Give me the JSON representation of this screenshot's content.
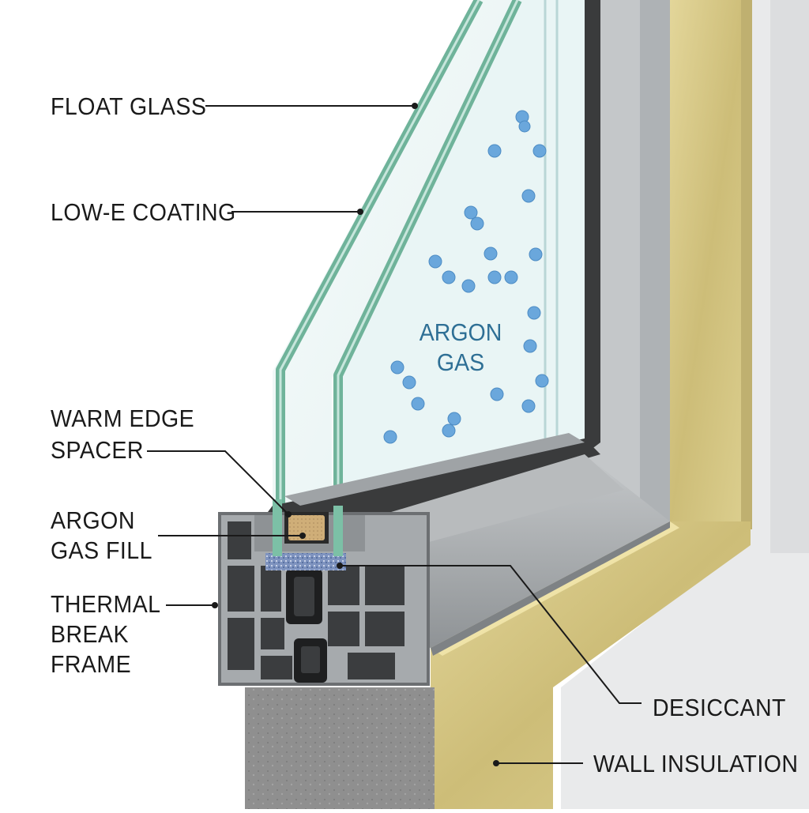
{
  "labels": {
    "float_glass": "FLOAT GLASS",
    "low_e": "LOW-E COATING",
    "warm_edge_1": "WARM EDGE",
    "warm_edge_2": "SPACER",
    "argon_fill_1": "ARGON",
    "argon_fill_2": "GAS FILL",
    "thermal_1": "THERMAL",
    "thermal_2": "BREAK",
    "thermal_3": "FRAME",
    "desiccant": "DESICCANT",
    "wall_insulation": "WALL INSULATION",
    "argon_gas_1": "ARGON",
    "argon_gas_2": "GAS"
  },
  "colors": {
    "glass_edge": "#6fb39a",
    "glass_tint": "#dcefee",
    "argon_bubble": "#6aa7dc",
    "argon_text": "#2e6f95",
    "aluminum": "#a9adb0",
    "frame_dark": "#2b2b2b",
    "insulation": "#d9cc8c",
    "concrete": "#8e8e8e",
    "spacer_foam": "#c9a772",
    "desiccant": "#6d86b5"
  }
}
